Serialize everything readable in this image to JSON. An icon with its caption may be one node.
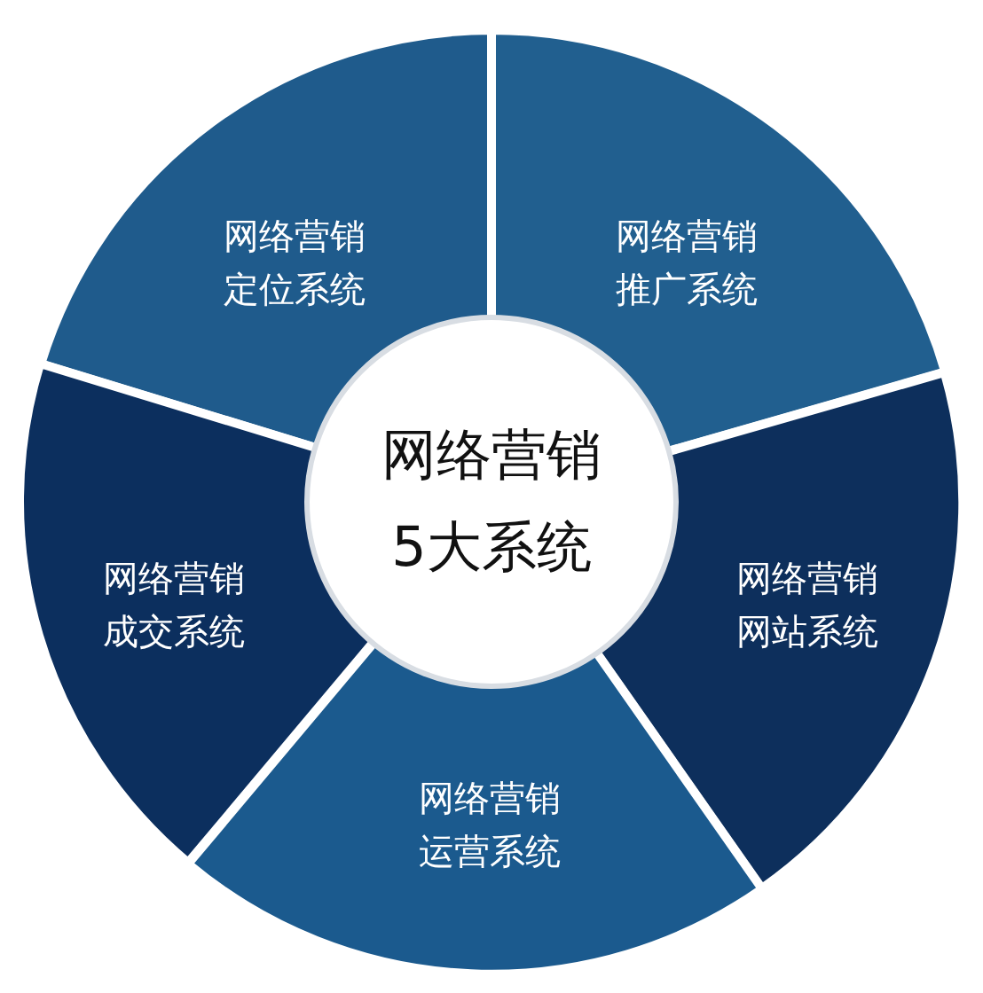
{
  "diagram": {
    "nodes": [
      {
        "text": [
          "网络营销5大系统"
        ]
      },
      {
        "text": [
          "网络营销定位系统"
        ]
      },
      {
        "text": [
          "网络营销推广系统"
        ]
      },
      {
        "text": [
          "网络营销网站系统"
        ]
      },
      {
        "text": [
          "网络营销运营系统"
        ]
      },
      {
        "text": [
          "网络营销成交系统"
        ]
      }
    ],
    "edges": []
  }
}
